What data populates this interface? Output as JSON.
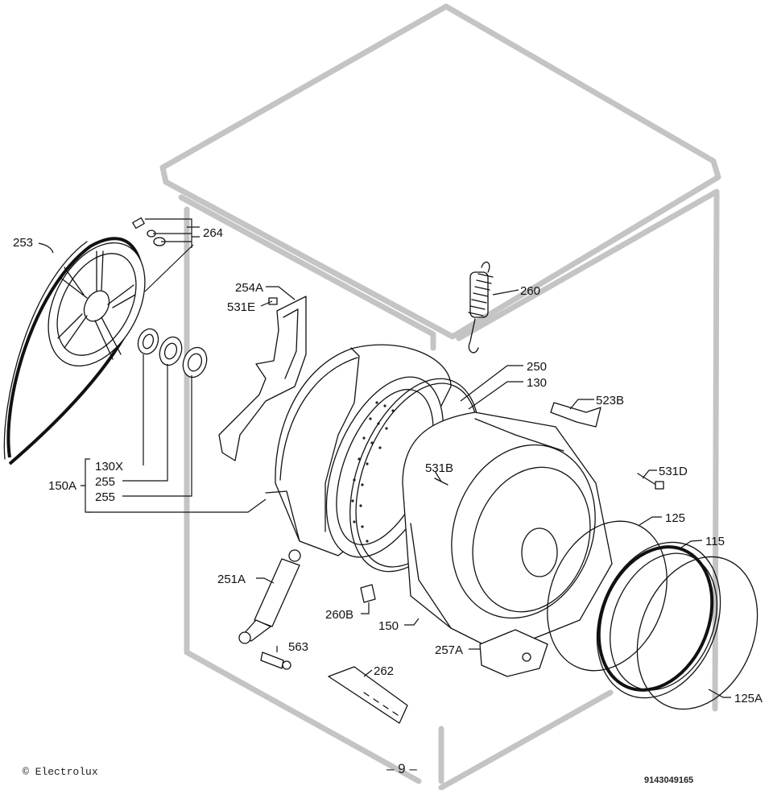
{
  "labels": {
    "l253": "253",
    "l264": "264",
    "l254A": "254A",
    "l531E": "531E",
    "l260": "260",
    "l250": "250",
    "l130": "130",
    "l523B": "523B",
    "l531B": "531B",
    "l531D": "531D",
    "l130X": "130X",
    "l150A": "150A",
    "l255a": "255",
    "l255b": "255",
    "l125": "125",
    "l115": "115",
    "l251A": "251A",
    "l260B": "260B",
    "l150": "150",
    "l563": "563",
    "l257A": "257A",
    "l262": "262",
    "l125A": "125A"
  },
  "footer": {
    "copyright": "© Electrolux",
    "page_number": "– 9 –",
    "doc_number": "9143049165"
  }
}
